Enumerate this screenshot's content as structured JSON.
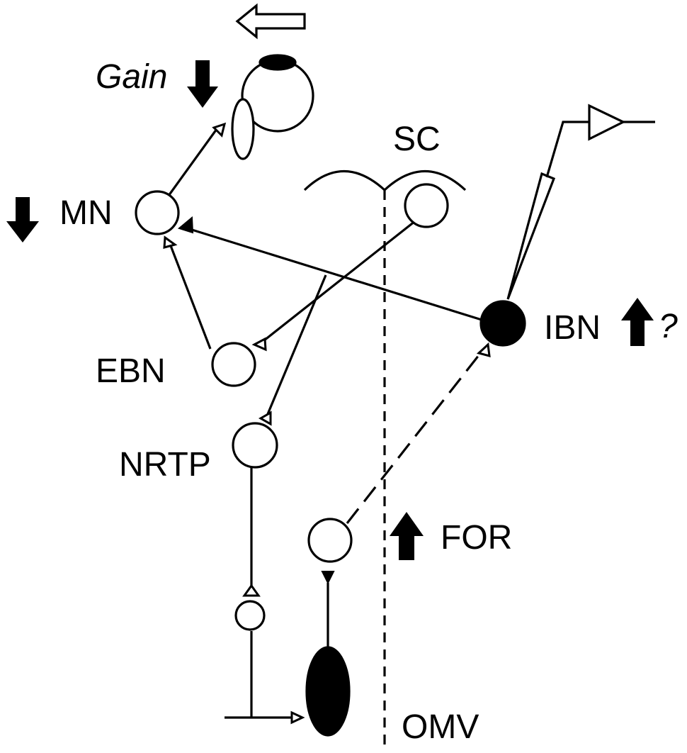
{
  "labels": {
    "gain": "Gain",
    "mn": "MN",
    "sc": "SC",
    "ibn": "IBN",
    "question": "?",
    "ebn": "EBN",
    "nrtp": "NRTP",
    "for": "FOR",
    "omv": "OMV"
  },
  "changes": {
    "gain": "decrease",
    "mn": "decrease",
    "ibn": "increase",
    "for": "increase"
  }
}
